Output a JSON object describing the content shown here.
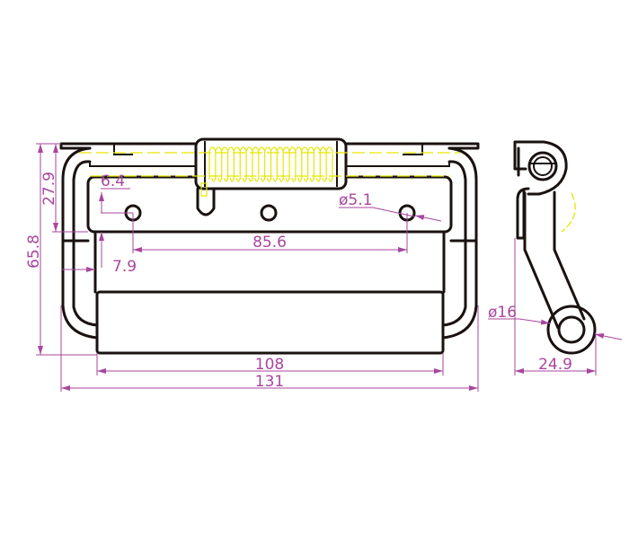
{
  "drawing": {
    "colors": {
      "outline": "#1a1210",
      "dimension": "#a8469e",
      "hidden": "#e6e600"
    },
    "dimensions": {
      "height_to_plate": "27.9",
      "overall_height": "65.8",
      "hole_vertical_offset": "6.4",
      "hole_horizontal_offset": "7.9",
      "hole_spacing": "85.6",
      "hole_diameter": "ø5.1",
      "grip_length": "108",
      "overall_length": "131",
      "grip_diameter": "ø16",
      "side_depth": "24.9"
    }
  }
}
